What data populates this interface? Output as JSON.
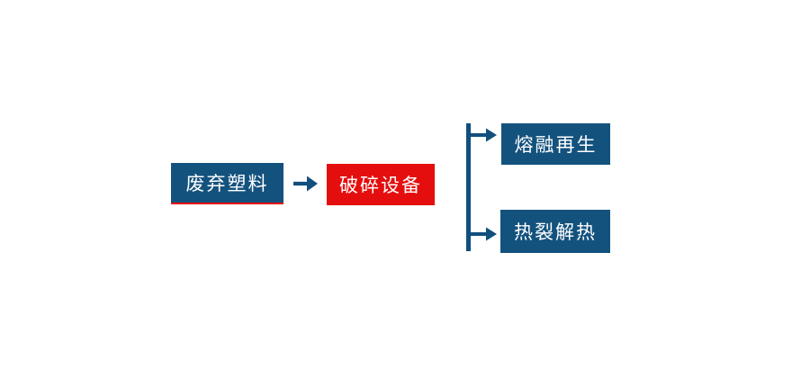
{
  "diagram": {
    "type": "flowchart",
    "nodes": [
      {
        "id": "waste-plastic",
        "label": "废弃塑料",
        "fill": "#14527E",
        "underline": "#E50E0E",
        "text_color": "#FFFFFF"
      },
      {
        "id": "crushing-equipment",
        "label": "破碎设备",
        "fill": "#E50E0E",
        "text_color": "#FFFFFF"
      },
      {
        "id": "melt-regeneration",
        "label": "熔融再生",
        "fill": "#14527E",
        "text_color": "#FFFFFF"
      },
      {
        "id": "thermal-pyrolysis",
        "label": "热裂解热",
        "fill": "#14527E",
        "text_color": "#FFFFFF"
      }
    ],
    "edges": [
      {
        "from": "waste-plastic",
        "to": "crushing-equipment",
        "style": "right-arrow"
      },
      {
        "from": "crushing-equipment",
        "to": "melt-regeneration",
        "style": "branch-right-arrow"
      },
      {
        "from": "crushing-equipment",
        "to": "thermal-pyrolysis",
        "style": "branch-right-arrow"
      }
    ],
    "colors": {
      "node_blue": "#14527E",
      "node_red": "#E50E0E",
      "arrow_blue": "#114F7D",
      "text": "#FFFFFF",
      "background": "#FFFFFF"
    }
  }
}
